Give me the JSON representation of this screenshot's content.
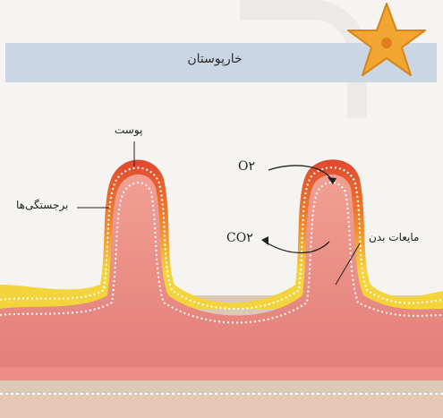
{
  "header": {
    "title": "خارپوستان"
  },
  "labels": {
    "skin": "پوست",
    "projections": "برجستگی‌ها",
    "body_fluid": "مایعات بدن",
    "oxygen": "O۲",
    "carbon_dioxide": "CO۲"
  },
  "icons": {
    "logo": "starfish-icon"
  },
  "colors": {
    "header_band": "#c9d6e3",
    "tissue_pink": "#ec9a97",
    "outer_red": "#e25b3d",
    "yellow_layer": "#f2d23c",
    "base_tan": "#d8c6b2",
    "starfish": "#f0a630"
  }
}
